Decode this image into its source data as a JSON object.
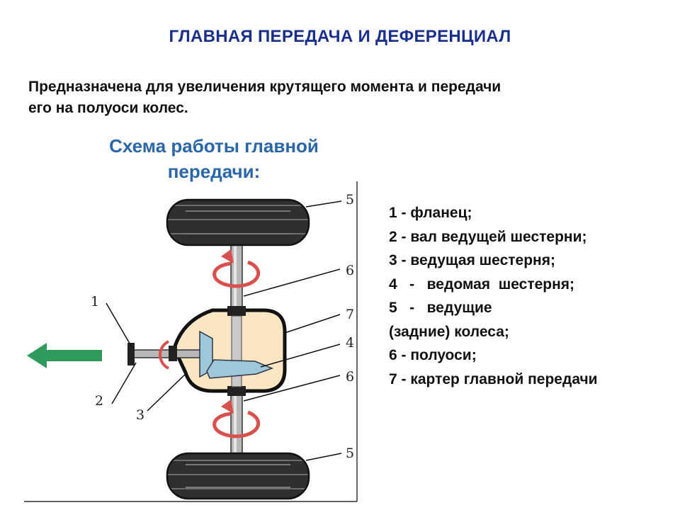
{
  "title": "ГЛАВНАЯ ПЕРЕДАЧА И ДЕФЕРЕНЦИАЛ",
  "purpose": {
    "line1": "Предназначена для увеличения крутящего момента и передачи",
    "line2": "его на полуоси колес."
  },
  "schema_title": {
    "line1": "Схема работы главной",
    "line2": "передачи:"
  },
  "legend": [
    "1 - фланец;",
    "2 - вал ведущей шестерни;",
    "3 - ведущая шестерня;",
    "4   -   ведомая  шестерня;",
    "5   -   ведущие",
    "(задние) колеса;",
    "6 - полуоси;",
    "7 - картер главной передачи"
  ],
  "callouts": {
    "n1": "1",
    "n2": "2",
    "n3": "3",
    "n4": "4",
    "n5_top": "5",
    "n5_bottom": "5",
    "n6_top": "6",
    "n6_bottom": "6",
    "n7": "7"
  },
  "colors": {
    "title": "#1a2f8c",
    "schema_title": "#2a66a8",
    "arrow": "#2e9a5c",
    "rotation_arrow": "#d9514e",
    "housing_fill": "#fbe6c4",
    "gear": "#9cc8d9",
    "tire": "#333333"
  },
  "icons": {
    "direction": "left-arrow-icon",
    "rotation": "rotation-arrow-icon"
  }
}
